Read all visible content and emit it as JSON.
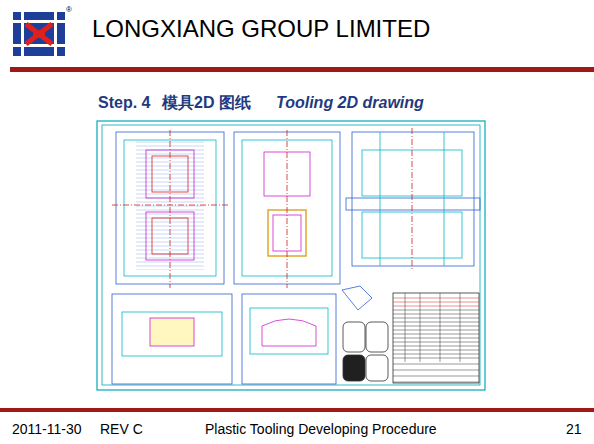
{
  "diagram": {
    "title": "LONGXIANG GROUP LIMITED",
    "labels": [
      "®",
      "Step. 4",
      "模具2D 图纸",
      "Tooling 2D drawing",
      "2011-11-30",
      "REV C",
      "Plastic Tooling Developing Procedure",
      "21"
    ]
  }
}
